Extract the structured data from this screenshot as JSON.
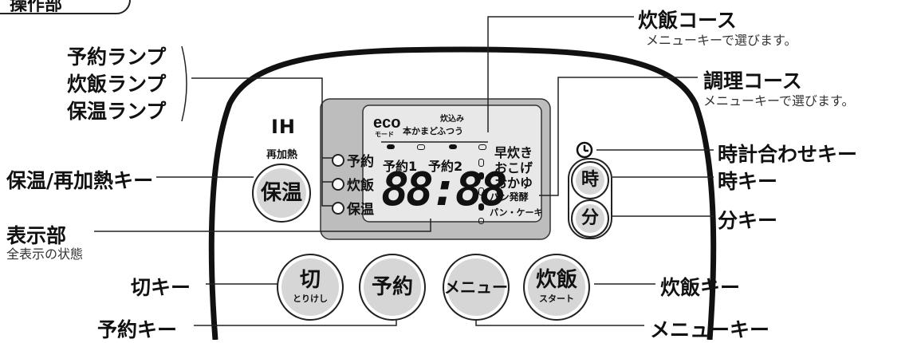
{
  "title_tab": "操作部",
  "callouts": {
    "course_suihan": {
      "title": "炊飯コース",
      "note": "メニューキーで選びます。"
    },
    "course_chouri": {
      "title": "調理コース",
      "note": "メニューキーで選びます。"
    },
    "lamps_group": [
      "予約ランプ",
      "炊飯ランプ",
      "保温ランプ"
    ],
    "clock_key": "時計合わせキー",
    "hour_key": "時キー",
    "minute_key": "分キー",
    "keep_warm_key": "保温/再加熱キー",
    "display": {
      "title": "表示部",
      "note": "全表示の状態"
    },
    "off_key": "切キー",
    "timer_key": "予約キー",
    "cook_key": "炊飯キー",
    "menu_key": "メニューキー"
  },
  "panel": {
    "ih": "IH",
    "reheat": "再加熱",
    "lamps": [
      "予約",
      "炊飯",
      "保温"
    ],
    "lcd": {
      "eco": "eco",
      "eco_sub": "モード",
      "honkamado": "本かまど",
      "takikomi": "炊込み",
      "futsuu": "ふつう",
      "courses_right": [
        "早炊き",
        "おこげ",
        "おかゆ"
      ],
      "courses_right2": [
        "パン発酵",
        "パン・ケーキ"
      ],
      "yoyaku1": "予約1",
      "yoyaku2": "予約2",
      "digits": "88:88"
    },
    "buttons": {
      "hozon": "保温",
      "ji": "時",
      "fun": "分",
      "kiri": "切",
      "kiri_sub": "とりけし",
      "yoyaku": "予約",
      "menu": "メニュー",
      "suihan": "炊飯",
      "suihan_sub": "スタート"
    },
    "clock_icon": "clock-icon"
  }
}
